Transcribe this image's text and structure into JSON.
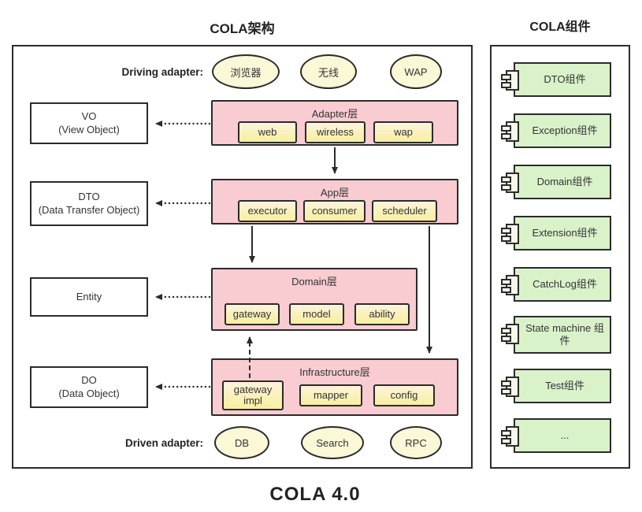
{
  "titles": {
    "architecture": "COLA架构",
    "components": "COLA组件",
    "footer": "COLA 4.0"
  },
  "adapters": {
    "driving_label": "Driving adapter:",
    "driving": [
      "浏览器",
      "无线",
      "WAP"
    ],
    "driven_label": "Driven adapter:",
    "driven": [
      "DB",
      "Search",
      "RPC"
    ]
  },
  "layers": [
    {
      "title": "Adapter层",
      "modules": [
        "web",
        "wireless",
        "wap"
      ]
    },
    {
      "title": "App层",
      "modules": [
        "executor",
        "consumer",
        "scheduler"
      ]
    },
    {
      "title": "Domain层",
      "modules": [
        "gateway",
        "model",
        "ability"
      ]
    },
    {
      "title": "Infrastructure层",
      "modules": [
        "gateway impl",
        "mapper",
        "config"
      ]
    }
  ],
  "objects": [
    {
      "name": "VO",
      "desc": "(View Object)"
    },
    {
      "name": "DTO",
      "desc": "(Data Transfer Object)"
    },
    {
      "name": "Entity",
      "desc": ""
    },
    {
      "name": "DO",
      "desc": "(Data Object)"
    }
  ],
  "components": [
    "DTO组件",
    "Exception组件",
    "Domain组件",
    "Extension组件",
    "CatchLog组件",
    "State machine 组件",
    "Test组件",
    "..."
  ],
  "palette": {
    "layer_pink": "#f8ccd1",
    "module_yellow_top": "#fdf3dd",
    "module_yellow_bottom": "#f7ef9d",
    "node_yellow": "#fbf8d7",
    "component_green": "#d9f2ca",
    "line_black": "#2b2b2b"
  }
}
